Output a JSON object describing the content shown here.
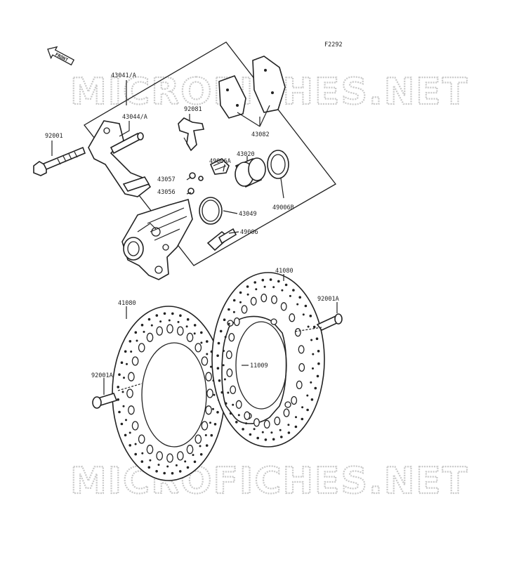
{
  "figure_code": "F2292",
  "front_label": "FRONT",
  "watermark": "MICROFICHES.NET",
  "parts": {
    "p43041A": "43041/A",
    "p43044A": "43044/A",
    "p92001": "92001",
    "p92081": "92081",
    "p43082": "43082",
    "p49006A": "49006A",
    "p43020": "43020",
    "p43057": "43057",
    "p43056": "43056",
    "p43049": "43049",
    "p49006B": "49006B",
    "p49006": "49006",
    "p41080_left": "41080",
    "p41080_right": "41080",
    "p92001A_right": "92001A",
    "p92001A_left": "92001A",
    "p11009": "11009"
  }
}
